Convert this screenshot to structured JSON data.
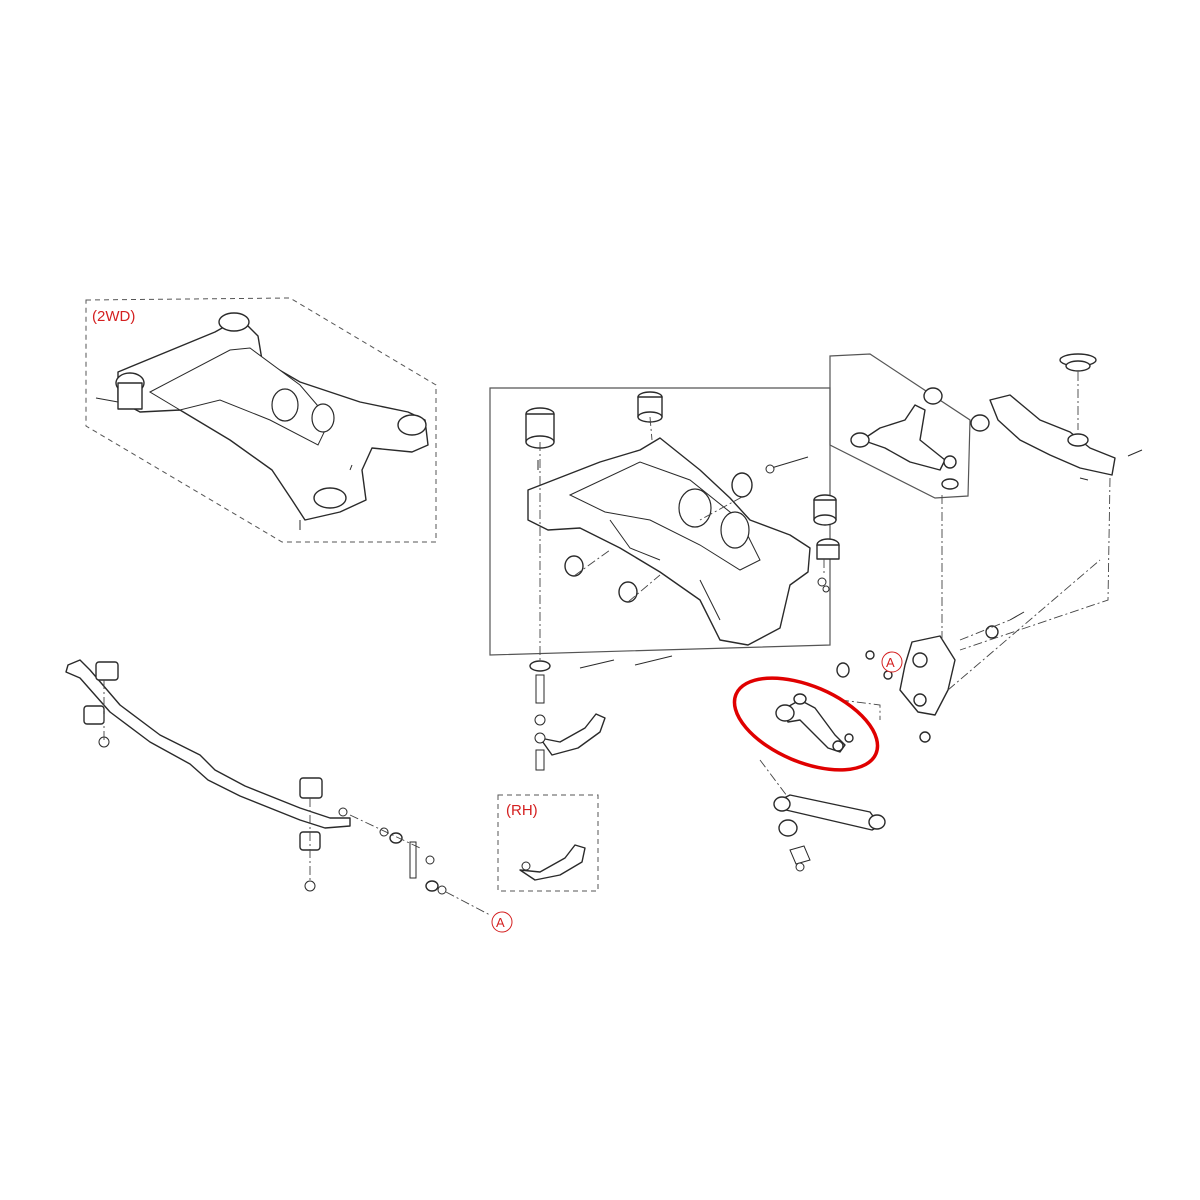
{
  "labels": {
    "variant_2wd": "(2WD)",
    "variant_rh": "(RH)",
    "ref_marker_knuckle": "A",
    "ref_marker_stabilizer": "A"
  },
  "colors": {
    "label_red": "#d42020",
    "highlight_red": "#e00000",
    "line_art": "#2a2a2a"
  },
  "highlighted_part": "rear-lower-control-arm-assembly"
}
